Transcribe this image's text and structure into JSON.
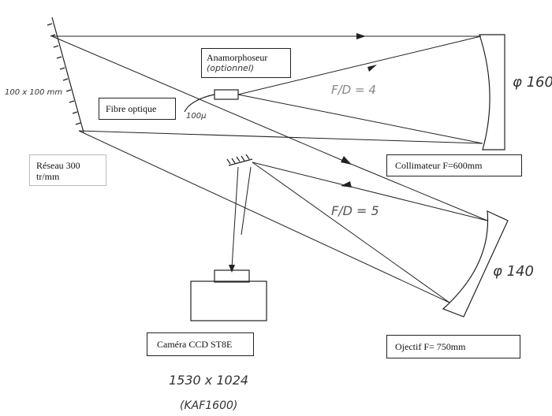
{
  "labels": {
    "anamorphoseur": "Anamorphoseur",
    "optionnel": "(optionnel)",
    "fibre": "Fibre optique",
    "fibre_diameter": "100µ",
    "reseau_size": "100 x 100 mm",
    "reseau": "Réseau 300 tr/mm",
    "collimateur": "Collimateur F=600mm",
    "collimator_diameter": "φ 160",
    "fd_collimator": "F/D = 4",
    "fd_objective": "F/D = 5",
    "objective_diameter": "φ 140",
    "objectif": "Ojectif F= 750mm",
    "camera": "Caméra CCD ST8E",
    "sensor_size": "1530 x 1024",
    "sensor_model": "(KAF1600)"
  },
  "colors": {
    "ink": "#222222",
    "pencil": "#555555"
  }
}
